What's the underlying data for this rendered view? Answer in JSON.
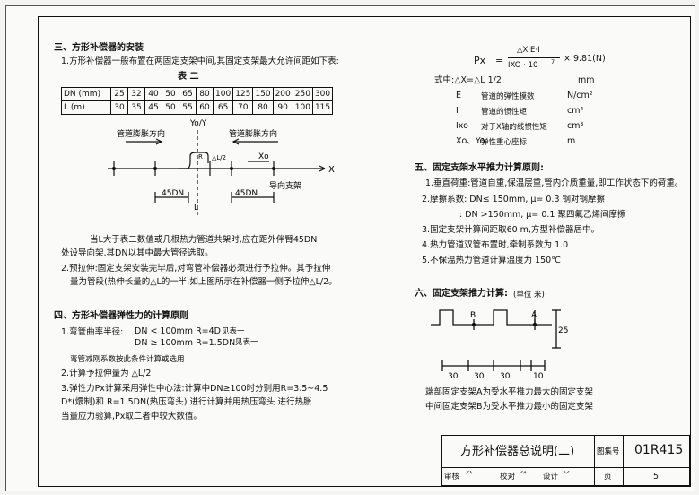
{
  "section3": {
    "title": "三、方形补偿器的安装",
    "line1": "1.方形补偿器一般布置在两固定支架中间,其固定支架最大允许间距如下表:",
    "table_title": "表 二",
    "row_dn_label": "DN (mm)",
    "row_l_label": "L (m)",
    "dn_values": [
      "25",
      "32",
      "40",
      "50",
      "65",
      "80",
      "100",
      "125",
      "150",
      "200",
      "250",
      "300"
    ],
    "l_values": [
      "30",
      "35",
      "45",
      "50",
      "55",
      "60",
      "65",
      "70",
      "80",
      "90",
      "100",
      "115"
    ]
  },
  "diagram1": {
    "label_expand_left": "管道膨胀方向",
    "label_expand_right": "管道膨胀方向",
    "label_yo": "Yo/Y",
    "label_x": "X",
    "label_xo": "Xo",
    "label_45dn_left": "45DN",
    "label_45dn_right": "45DN",
    "label_guide": "导向支架",
    "label_l": "L",
    "label_r": "R",
    "label_half_dl": "△L/2"
  },
  "note_after_diagram": {
    "line1": "当L大于表二数值或几根热力管道共架时,应在距外伴臂45DN",
    "line2": "处设导向架,其DN以其中最大管径选取。",
    "line3": "2.预拉伸:固定支架安装完毕后,对弯管补偿器必须进行予拉伸。其予拉伸",
    "line4": "量为管段(热伸长量的△L的一半,如上图所示在补偿器一侧予拉伸△L/2。"
  },
  "section4": {
    "title": "四、方形补偿器弹性力的计算原则",
    "l1_prefix": "1.弯管曲率半径:",
    "l1_a": "DN  < 100mm   R=4D",
    "l1_a_tail": "见表一",
    "l1_b": "DN  ≥ 100mm   R=1.5DN",
    "l1_b_tail": "见表一",
    "l2": "弯管减刚系数按此条件计算或选用",
    "l3": "2.计算予拉伸量为 △L/2",
    "l4": "3.弹性力Px计算采用弹性中心法:计算中DN≥100时分别用R=3.5~4.5",
    "l5": "D*(煨制)和 R=1.5DN(热压弯头) 进行计算并用热压弯头 进行热胀",
    "l6": "当量应力验算,Px取二者中较大数值。"
  },
  "formula": {
    "px": "Px",
    "numerator": "△X·E·I",
    "denominator": "IXO · 10",
    "exp": "7",
    "tail": "× 9.81(N)",
    "where": "式中:△X=△L  1/2",
    "where_unit": "mm",
    "vars": [
      {
        "sym": "E",
        "desc": "管道的弹性模数",
        "unit": "N/cm²"
      },
      {
        "sym": "I",
        "desc": "管道的惯性矩",
        "unit": "cm⁴"
      },
      {
        "sym": "Ixo",
        "desc": "对于X轴的线惯性矩",
        "unit": "cm³"
      },
      {
        "sym": "Xo、Yo",
        "desc": "弹性重心座标",
        "unit": "m"
      }
    ]
  },
  "section5": {
    "title": "五、固定支架水平推力计算原则:",
    "l1": "1.垂直荷重:管道自重,保温层重,管内介质重量,即工作状态下的荷重。",
    "l2": "2.摩擦系数: DN≤ 150mm,  μ= 0.3 钢对钢摩擦",
    "l3": ": DN >150mm,  μ= 0.1  聚四氟乙烯间摩擦",
    "l4": "3.固定支架计算间距取60 m,方型补偿器居中。",
    "l5": "4.热力管道双管布置时,牵制系数为 1.0",
    "l6": "5.不保温热力管道计算温度为 150℃"
  },
  "section6": {
    "title": "六、固定支架推力计算:",
    "unit": "(单位 米)",
    "label_b": "B",
    "label_a": "A",
    "dim_25": "25",
    "dims": [
      "30",
      "30",
      "30",
      "10"
    ],
    "cap1": "端部固定支架A为受水平推力最大的固定支架",
    "cap2": "中间固定支架B为受水平推力最小的固定支架"
  },
  "title_block": {
    "title": "方形补偿器总说明(二)",
    "atlas_label": "图集号",
    "atlas_no": "01R415",
    "review": "审核",
    "check": "校对",
    "design": "设计",
    "page_label": "页",
    "page_no": "5"
  }
}
